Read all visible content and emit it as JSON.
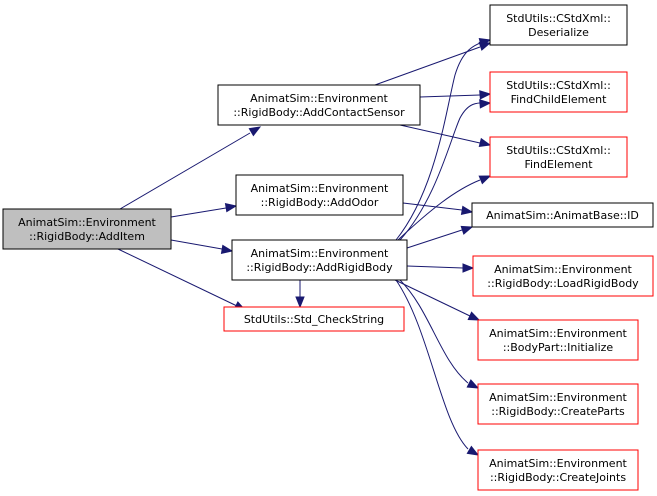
{
  "colors": {
    "edge": "#191970",
    "focus_fill": "#bfbfbf",
    "focus_border": "#000000",
    "normal_border": "#000000",
    "external_border": "#ff0000",
    "node_fill": "#ffffff"
  },
  "nodes": [
    {
      "id": "additem",
      "kind": "focus",
      "lines": [
        "AnimatSim::Environment",
        "::RigidBody::AddItem"
      ]
    },
    {
      "id": "addcontactsensor",
      "kind": "normal",
      "lines": [
        "AnimatSim::Environment",
        "::RigidBody::AddContactSensor"
      ]
    },
    {
      "id": "addodor",
      "kind": "normal",
      "lines": [
        "AnimatSim::Environment",
        "::RigidBody::AddOdor"
      ]
    },
    {
      "id": "addrigidbody",
      "kind": "normal",
      "lines": [
        "AnimatSim::Environment",
        "::RigidBody::AddRigidBody"
      ]
    },
    {
      "id": "checkstring",
      "kind": "external",
      "lines": [
        "StdUtils::Std_CheckString"
      ]
    },
    {
      "id": "deserialize",
      "kind": "normal",
      "lines": [
        "StdUtils::CStdXml::",
        "Deserialize"
      ]
    },
    {
      "id": "findchild",
      "kind": "external",
      "lines": [
        "StdUtils::CStdXml::",
        "FindChildElement"
      ]
    },
    {
      "id": "findelement",
      "kind": "external",
      "lines": [
        "StdUtils::CStdXml::",
        "FindElement"
      ]
    },
    {
      "id": "id",
      "kind": "normal",
      "lines": [
        "AnimatSim::AnimatBase::ID"
      ]
    },
    {
      "id": "loadrigidbody",
      "kind": "external",
      "lines": [
        "AnimatSim::Environment",
        "::RigidBody::LoadRigidBody"
      ]
    },
    {
      "id": "initialize",
      "kind": "external",
      "lines": [
        "AnimatSim::Environment",
        "::BodyPart::Initialize"
      ]
    },
    {
      "id": "createparts",
      "kind": "external",
      "lines": [
        "AnimatSim::Environment",
        "::RigidBody::CreateParts"
      ]
    },
    {
      "id": "createjoints",
      "kind": "external",
      "lines": [
        "AnimatSim::Environment",
        "::RigidBody::CreateJoints"
      ]
    }
  ],
  "edges": [
    {
      "from": "additem",
      "to": "addcontactsensor"
    },
    {
      "from": "additem",
      "to": "addodor"
    },
    {
      "from": "additem",
      "to": "addrigidbody"
    },
    {
      "from": "additem",
      "to": "checkstring"
    },
    {
      "from": "addcontactsensor",
      "to": "deserialize"
    },
    {
      "from": "addcontactsensor",
      "to": "findchild"
    },
    {
      "from": "addcontactsensor",
      "to": "findelement"
    },
    {
      "from": "addodor",
      "to": "id"
    },
    {
      "from": "addrigidbody",
      "to": "deserialize"
    },
    {
      "from": "addrigidbody",
      "to": "findchild"
    },
    {
      "from": "addrigidbody",
      "to": "findelement"
    },
    {
      "from": "addrigidbody",
      "to": "id"
    },
    {
      "from": "addrigidbody",
      "to": "loadrigidbody"
    },
    {
      "from": "addrigidbody",
      "to": "initialize"
    },
    {
      "from": "addrigidbody",
      "to": "checkstring"
    },
    {
      "from": "addrigidbody",
      "to": "createparts"
    },
    {
      "from": "addrigidbody",
      "to": "createjoints"
    }
  ]
}
